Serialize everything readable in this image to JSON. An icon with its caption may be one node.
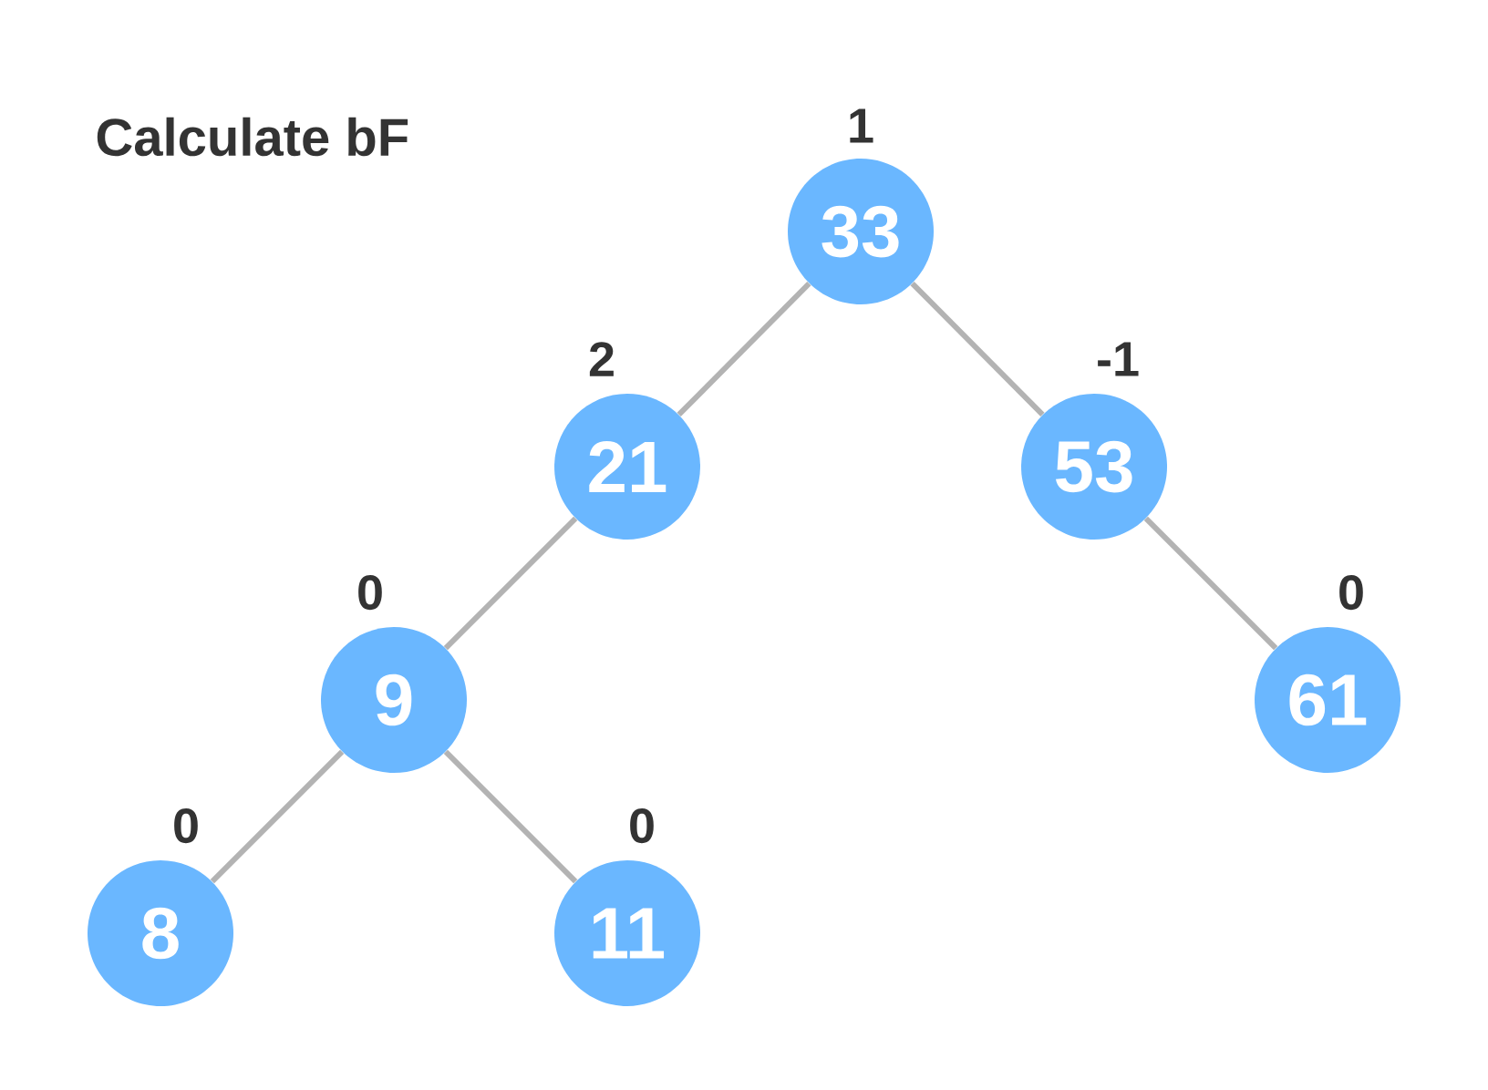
{
  "diagram": {
    "title": "Calculate bF",
    "nodes": [
      {
        "text": [
          "33"
        ],
        "beside": [
          "1"
        ]
      },
      {
        "text": [
          "21"
        ],
        "beside": [
          "2"
        ]
      },
      {
        "text": [
          "53"
        ],
        "beside": [
          "-1"
        ]
      },
      {
        "text": [
          "9"
        ],
        "beside": [
          "0"
        ]
      },
      {
        "text": [
          "61"
        ],
        "beside": [
          "0"
        ]
      },
      {
        "text": [
          "8"
        ],
        "beside": [
          "0"
        ]
      },
      {
        "text": [
          "11"
        ],
        "beside": [
          "0"
        ]
      }
    ],
    "edges": [
      {
        "from": 0,
        "to": 1,
        "arrow": "none"
      },
      {
        "from": 0,
        "to": 2,
        "arrow": "none"
      },
      {
        "from": 1,
        "to": 3,
        "arrow": "none"
      },
      {
        "from": 2,
        "to": 4,
        "arrow": "none"
      },
      {
        "from": 3,
        "to": 5,
        "arrow": "none"
      },
      {
        "from": 3,
        "to": 6,
        "arrow": "none"
      }
    ]
  }
}
